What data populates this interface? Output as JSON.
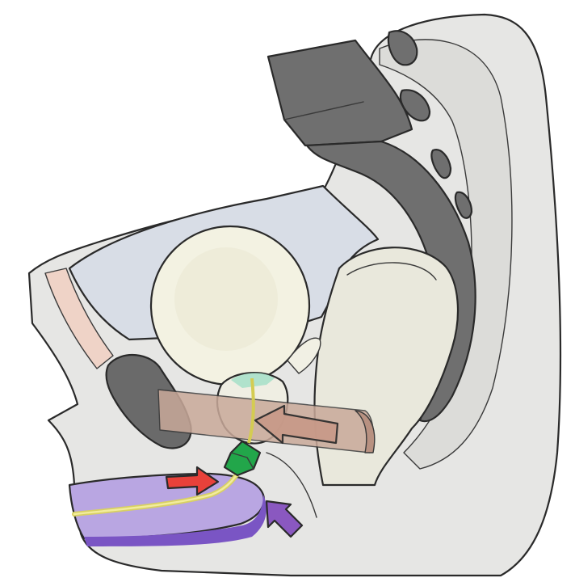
{
  "diagram": {
    "colors": {
      "background": "#ffffff",
      "soft_tissue": "#e6e6e4",
      "soft_tissue_dark": "#d9d9d6",
      "bone": "#6f6f6f",
      "bone_dark": "#5a5a5a",
      "bladder_region": "#d8dde6",
      "bladder": "#f3f2e2",
      "rectum": "#e9e8dc",
      "pubic_symphysis": "#6a6a6a",
      "muscle_band": "#c9a99a",
      "skin_band": "#efd3c7",
      "penile_shaft": "#a897d6",
      "penile_shaft_dark": "#7a55c4",
      "urethra": "#e8e07a",
      "prostate_glands": "#a8e0c9",
      "arrow_red": "#e8413a",
      "arrow_green": "#22a64a",
      "arrow_purple": "#8a58c0",
      "arrow_brown": "#c89a88"
    },
    "markers": [
      {
        "name": "red-arrow",
        "color": "#e8413a"
      },
      {
        "name": "green-arrow",
        "color": "#22a64a"
      },
      {
        "name": "purple-arrow",
        "color": "#8a58c0"
      },
      {
        "name": "brown-arrow",
        "color": "#c89a88"
      }
    ]
  }
}
